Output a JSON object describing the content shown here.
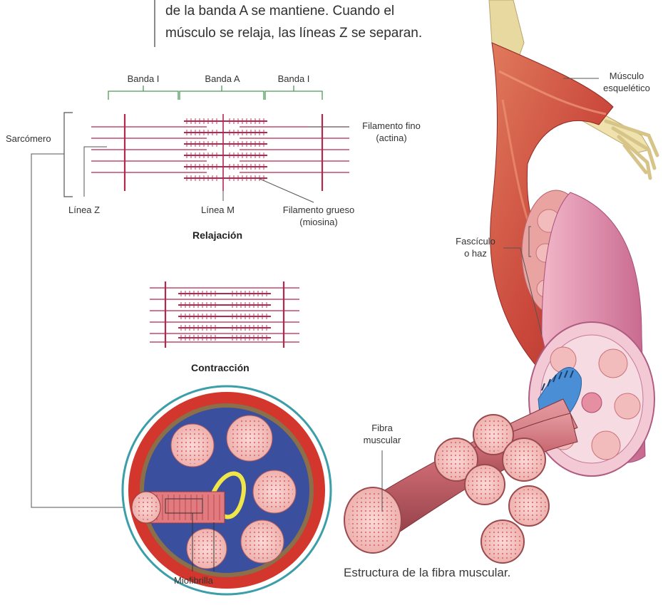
{
  "intro": {
    "line1": "de la banda A se mantiene. Cuando el",
    "line2": "músculo se relaja, las líneas Z se separan."
  },
  "sarcomere": {
    "banda_i_left": "Banda I",
    "banda_a": "Banda A",
    "banda_i_right": "Banda I",
    "sarcomero": "Sarcómero",
    "filamento_fino": "Filamento fino",
    "actina": "(actina)",
    "linea_z": "Línea Z",
    "linea_m": "Línea M",
    "filamento_grueso": "Filamento grueso",
    "miosina": "(miosina)",
    "relajacion": "Relajación",
    "contraccion": "Contracción"
  },
  "anatomy": {
    "musculo": "Músculo",
    "esqueletico": "esquelético",
    "fasciculo": "Fascículo",
    "o_haz": "o haz",
    "fibra": "Fibra",
    "muscular": "muscular",
    "miofibrilla": "Miofibrilla"
  },
  "caption": "Estructura de la fibra muscular.",
  "colors": {
    "filament": "#b3284f",
    "muscle_red": "#c9463a",
    "fiber_pink": "#d98a8f",
    "sheath_blue": "#4a8fd6",
    "bone": "#e8d9a0"
  }
}
